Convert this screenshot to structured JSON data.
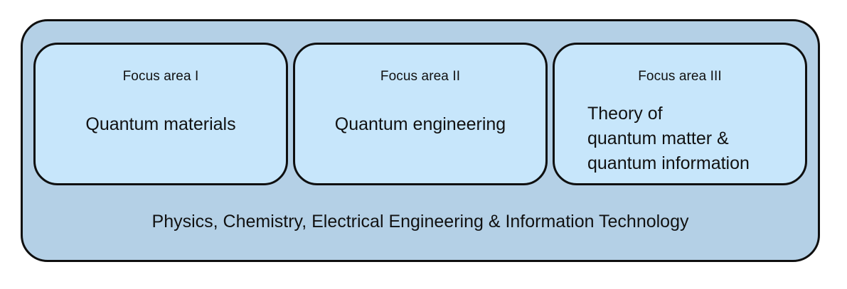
{
  "diagram": {
    "focus_areas": [
      {
        "label": "Focus area I",
        "title_lines": [
          "Quantum materials"
        ]
      },
      {
        "label": "Focus area II",
        "title_lines": [
          "Quantum engineering"
        ]
      },
      {
        "label": "Focus area III",
        "title_lines": [
          "Theory of",
          "quantum matter &",
          "quantum information"
        ]
      }
    ],
    "disciplines_label": "Physics, Chemistry, Electrical Engineering & Information Technology",
    "colors": {
      "outer_fill": "#b4d0e6",
      "focus_fill": "#c7e6fb",
      "border": "#0f0f0f",
      "text": "#111111"
    }
  }
}
